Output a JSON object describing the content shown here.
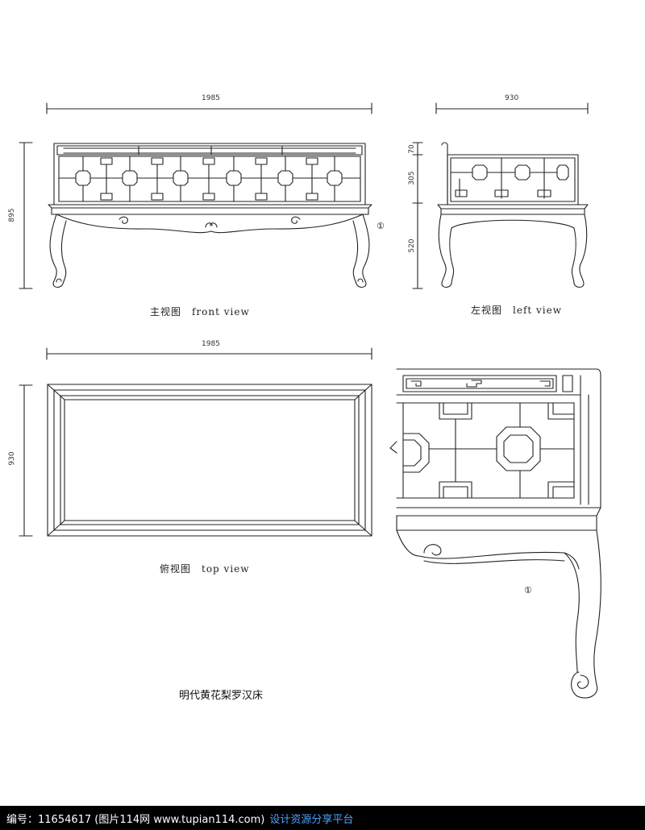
{
  "dimensions": {
    "front_width": "1985",
    "front_height": "895",
    "side_width": "930",
    "side_h1": "70",
    "side_h2": "305",
    "side_h3": "520",
    "top_width": "1985",
    "top_depth": "930"
  },
  "views": {
    "front": "主视图　front view",
    "left": "左视图　left view",
    "top": "俯视图　top view"
  },
  "detail_marker": "①",
  "title": "明代黄花梨罗汉床",
  "footer": {
    "watermark": "编号：11654617 (图片114网 www.tupian114.com)",
    "link": "设计资源分享平台"
  }
}
